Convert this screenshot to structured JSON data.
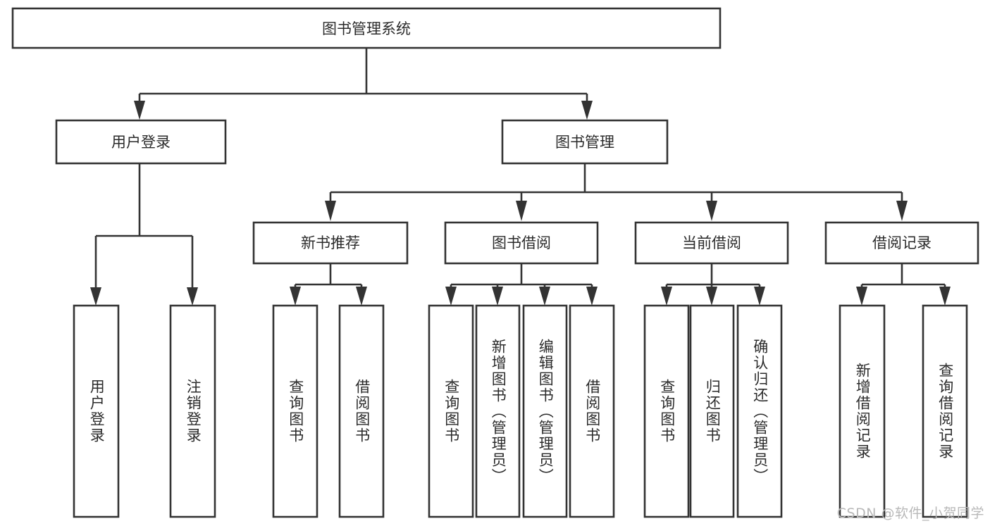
{
  "diagram": {
    "type": "tree",
    "title": "图书管理系统",
    "watermark": "CSDN @软件_小贺同学",
    "root": {
      "id": "root",
      "label": "图书管理系统"
    },
    "level1": [
      {
        "id": "user-login",
        "label": "用户登录"
      },
      {
        "id": "book-management",
        "label": "图书管理"
      }
    ],
    "level2": [
      {
        "id": "new-book-recommend",
        "label": "新书推荐",
        "parent": "book-management"
      },
      {
        "id": "book-borrow",
        "label": "图书借阅",
        "parent": "book-management"
      },
      {
        "id": "current-borrow",
        "label": "当前借阅",
        "parent": "book-management"
      },
      {
        "id": "borrow-record",
        "label": "借阅记录",
        "parent": "book-management"
      }
    ],
    "leaves": {
      "user-login": [
        {
          "id": "leaf-user-login",
          "label": "用户登录"
        },
        {
          "id": "leaf-user-logout",
          "label": "注销登录"
        }
      ],
      "new-book-recommend": [
        {
          "id": "leaf-query-book-1",
          "label": "查询图书"
        },
        {
          "id": "leaf-borrow-book-1",
          "label": "借阅图书"
        }
      ],
      "book-borrow": [
        {
          "id": "leaf-query-book-2",
          "label": "查询图书"
        },
        {
          "id": "leaf-add-book",
          "label": "新增图书（管理员）"
        },
        {
          "id": "leaf-edit-book",
          "label": "编辑图书（管理员）"
        },
        {
          "id": "leaf-borrow-book-2",
          "label": "借阅图书"
        }
      ],
      "current-borrow": [
        {
          "id": "leaf-query-book-3",
          "label": "查询图书"
        },
        {
          "id": "leaf-return-book",
          "label": "归还图书"
        },
        {
          "id": "leaf-confirm-return",
          "label": "确认归还（管理员）"
        }
      ],
      "borrow-record": [
        {
          "id": "leaf-add-record",
          "label": "新增借阅记录"
        },
        {
          "id": "leaf-query-record",
          "label": "查询借阅记录"
        }
      ]
    },
    "colors": {
      "stroke": "#333333",
      "box_fill": "#ffffff",
      "text": "#2b2b2b",
      "background": "#ffffff",
      "watermark": "#b8b8b8"
    }
  }
}
